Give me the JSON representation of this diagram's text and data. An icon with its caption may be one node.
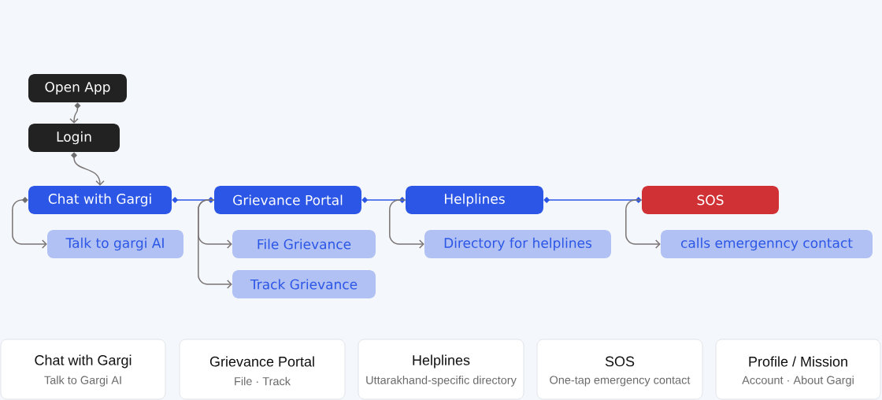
{
  "diagram": {
    "nodes": [
      {
        "text": [
          "Open App"
        ]
      },
      {
        "text": [
          "Login"
        ]
      },
      {
        "text": [
          "Chat with Gargi"
        ]
      },
      {
        "text": [
          "Talk to gargi AI"
        ]
      },
      {
        "text": [
          "Grievance Portal"
        ]
      },
      {
        "text": [
          "File Grievance"
        ]
      },
      {
        "text": [
          "Track Grievance"
        ]
      },
      {
        "text": [
          "Helplines"
        ]
      },
      {
        "text": [
          "Directory for helplines"
        ]
      },
      {
        "text": [
          "SOS"
        ]
      },
      {
        "text": [
          "calls emergenncy contact"
        ]
      },
      {
        "text": [
          "Chat with Gargi",
          "Talk to Gargi AI"
        ]
      },
      {
        "text": [
          "Grievance Portal",
          "File · Track"
        ]
      },
      {
        "text": [
          "Helplines",
          "Uttarakhand-specific directory"
        ]
      },
      {
        "text": [
          "SOS",
          "One-tap emergency contact"
        ]
      },
      {
        "text": [
          "Profile / Mission",
          "Account · About Gargi"
        ]
      }
    ],
    "edges": [
      {
        "from": 0,
        "to": 1,
        "arrow": "to"
      },
      {
        "from": 1,
        "to": 2,
        "arrow": "to"
      },
      {
        "from": 2,
        "to": 3,
        "arrow": "to"
      },
      {
        "from": 2,
        "to": 4,
        "arrow": "other",
        "color": "#2b56e6"
      },
      {
        "from": 4,
        "to": 5,
        "arrow": "to"
      },
      {
        "from": 4,
        "to": 6,
        "arrow": "to"
      },
      {
        "from": 4,
        "to": 7,
        "arrow": "other",
        "color": "#2b56e6"
      },
      {
        "from": 7,
        "to": 8,
        "arrow": "to"
      },
      {
        "from": 7,
        "to": 9,
        "arrow": "other",
        "color": "#2b56e6"
      },
      {
        "from": 9,
        "to": 10,
        "arrow": "to"
      }
    ]
  }
}
